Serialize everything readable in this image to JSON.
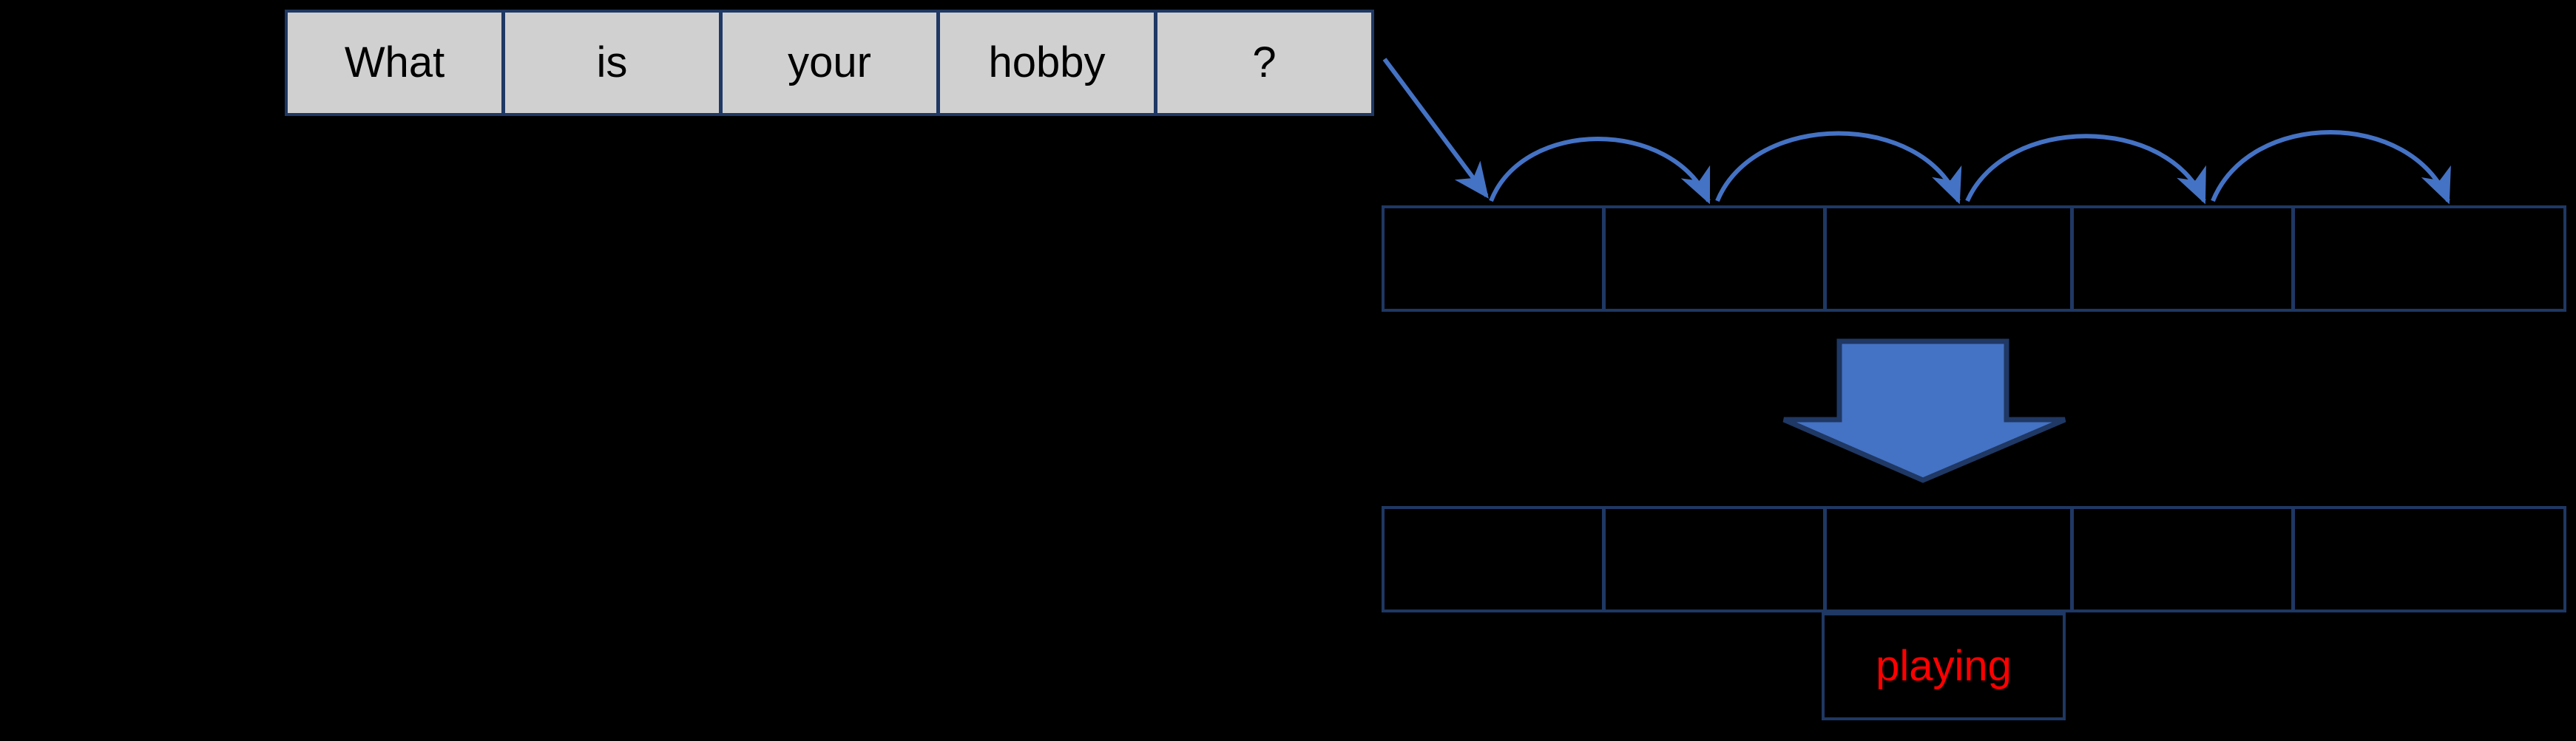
{
  "diagram": {
    "title": "Sequence-to-sequence decoding illustration",
    "background_color": "#000000",
    "accent_color": "#4472c4",
    "border_color": "#1f3864",
    "source_cell_fill": "#d0d0d0",
    "output_text_color": "#ff0000"
  },
  "source_row": {
    "name": "input-question-tokens",
    "cells": [
      {
        "label": "What"
      },
      {
        "label": "is"
      },
      {
        "label": "your"
      },
      {
        "label": "hobby"
      },
      {
        "label": "?"
      }
    ]
  },
  "encoder_row": {
    "name": "encoder-state-slots",
    "cells": [
      {
        "label": ""
      },
      {
        "label": ""
      },
      {
        "label": ""
      },
      {
        "label": ""
      },
      {
        "label": ""
      }
    ]
  },
  "decoder_row": {
    "name": "decoder-state-slots",
    "cells": [
      {
        "label": ""
      },
      {
        "label": ""
      },
      {
        "label": ""
      },
      {
        "label": ""
      },
      {
        "label": ""
      }
    ]
  },
  "output_cell": {
    "label": "playing"
  },
  "connectors": {
    "feed_arrow_label": "feed-forward-diagonal-arrow",
    "recurrent_arc_count": 4,
    "transform_arrow_label": "encoder-to-decoder-block-arrow"
  }
}
